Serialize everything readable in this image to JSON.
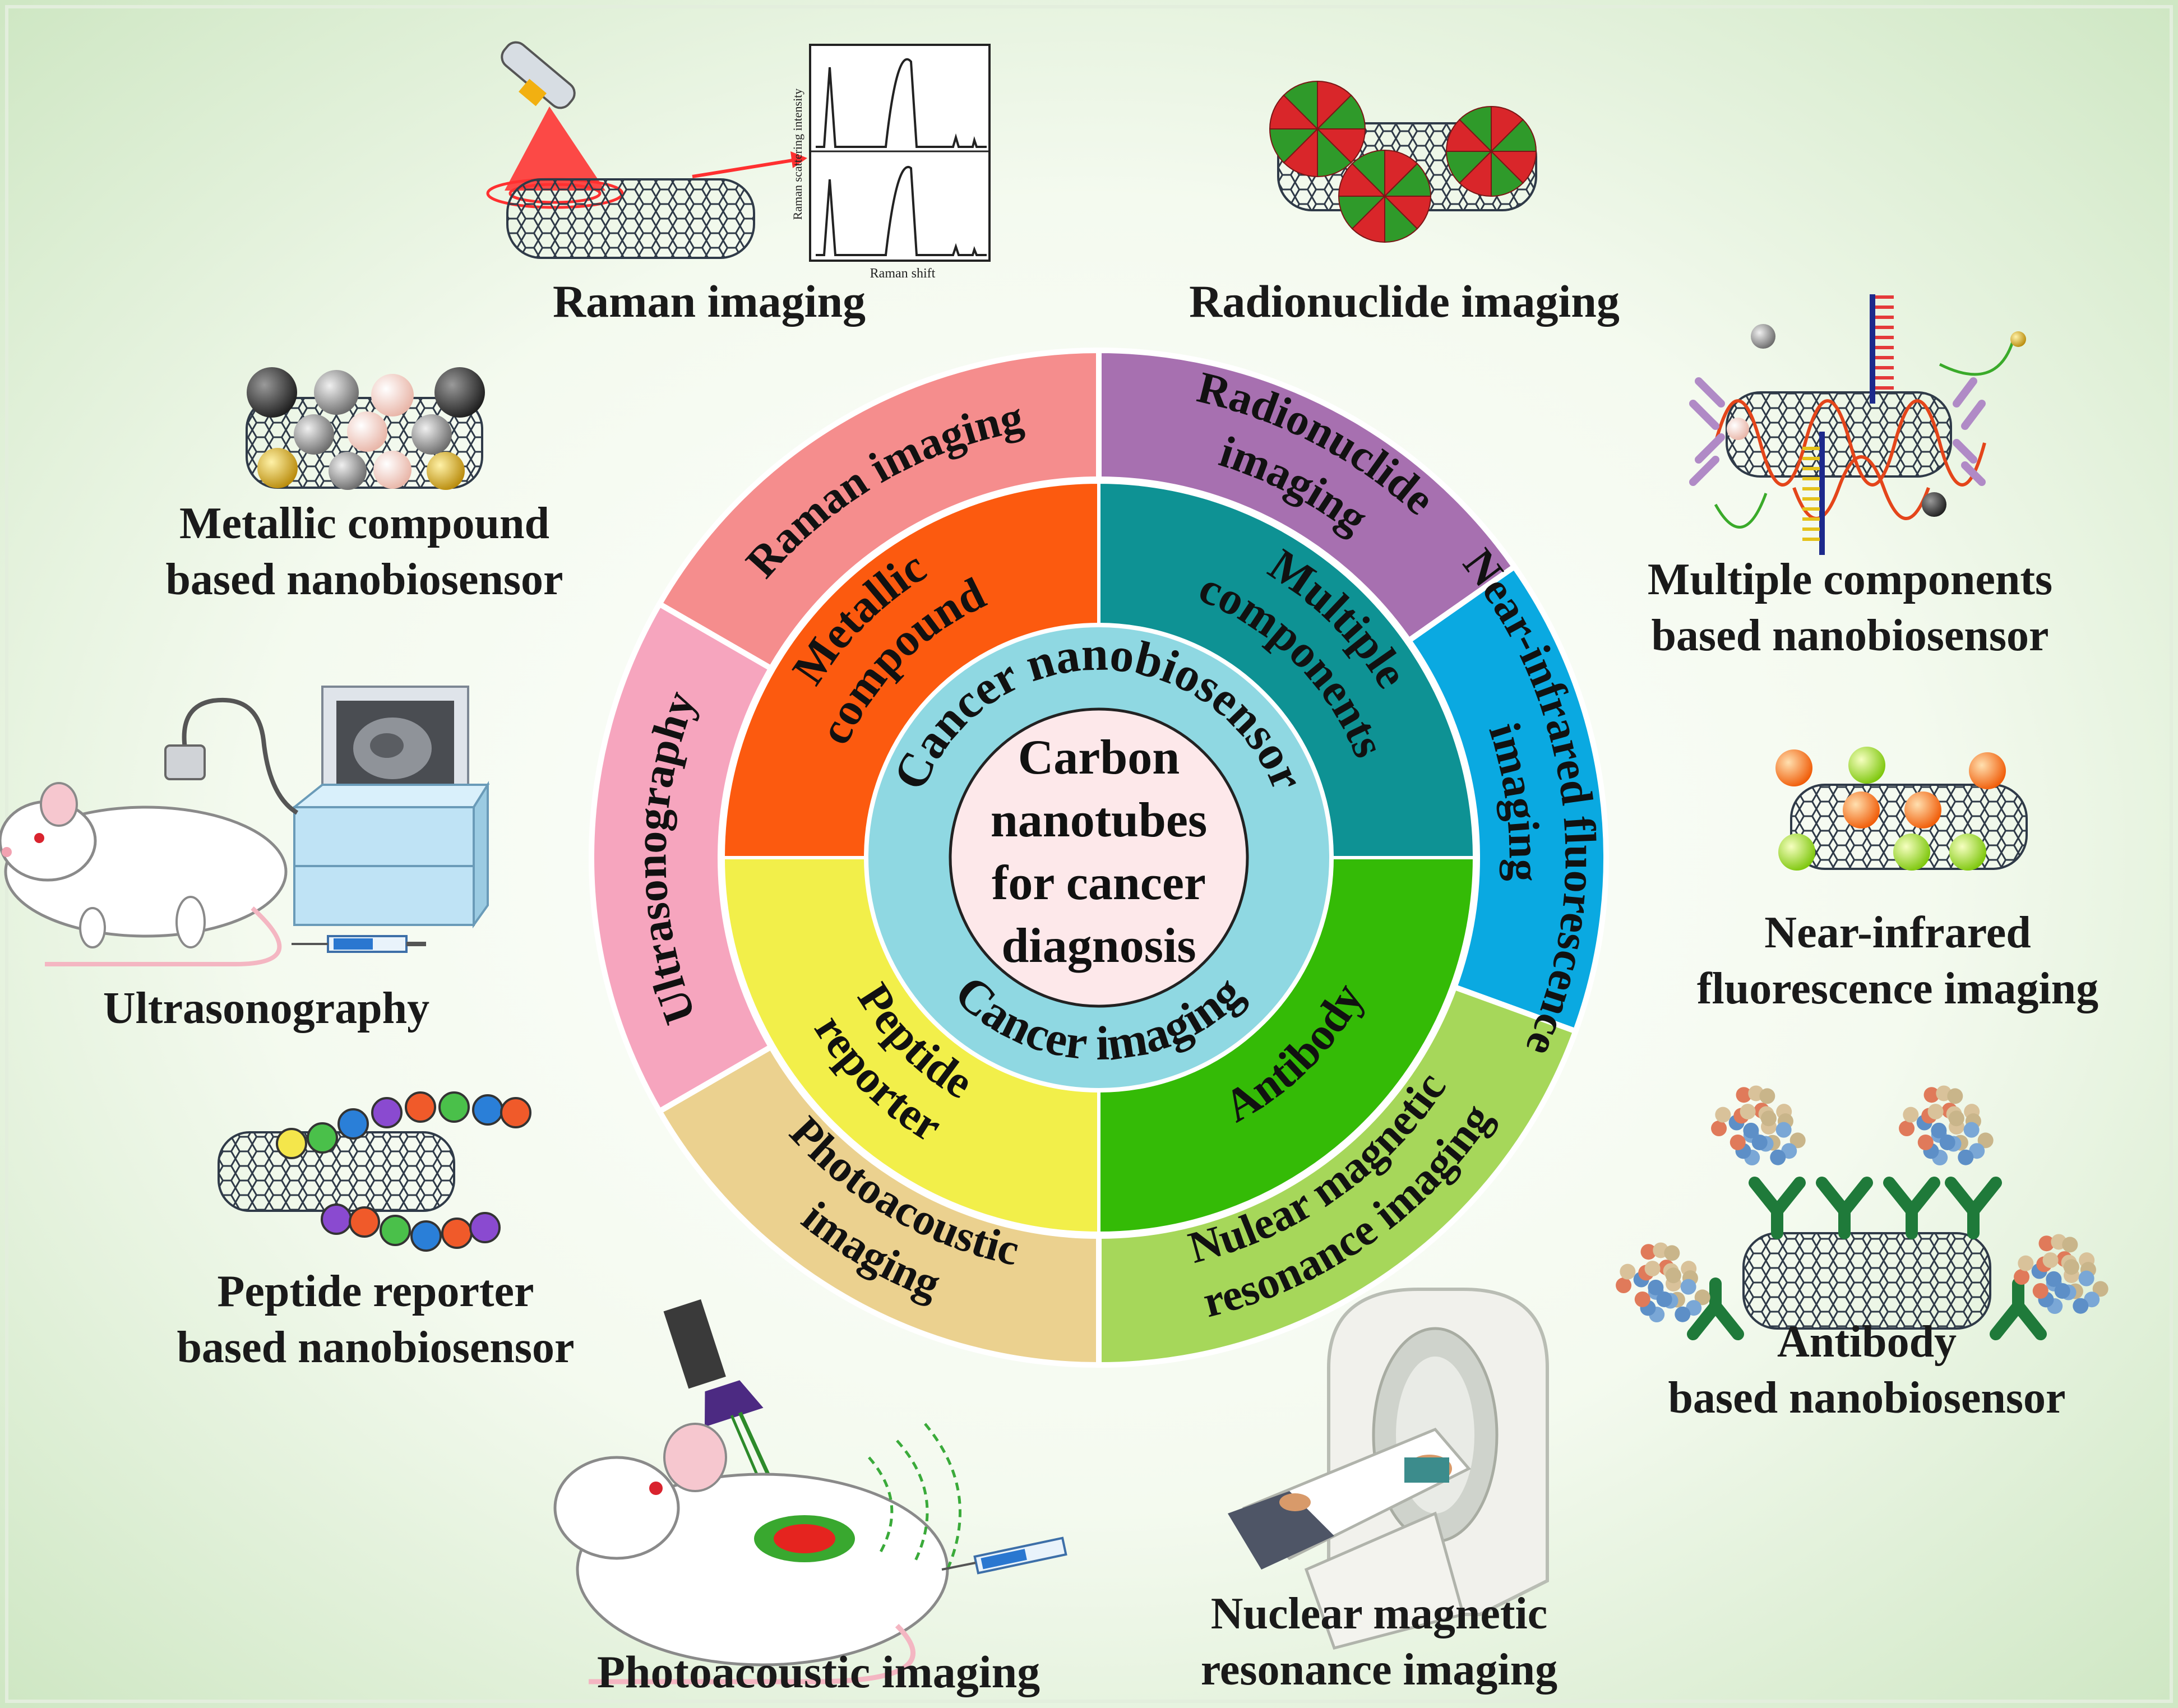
{
  "center": {
    "lines": [
      "Carbon",
      "nanotubes",
      "for cancer",
      "diagnosis"
    ]
  },
  "ring1": {
    "top": "Cancer nanobiosensor",
    "bottom": "Cancer imaging"
  },
  "ring2": [
    {
      "label": "Metallic compound",
      "color": "#fc5a0f"
    },
    {
      "label": "Multiple components",
      "color": "#0e9294"
    },
    {
      "label": "Antibody",
      "color": "#34bb06"
    },
    {
      "label": "Peptide reporter",
      "color": "#f2ef4a"
    }
  ],
  "ring3": [
    {
      "label": "Raman imaging",
      "color": "#f58d8d"
    },
    {
      "label": "Radionuclide imaging",
      "color": "#a770b0"
    },
    {
      "label": "Near-infrared fluorescence imaging",
      "color": "#0aa9e1"
    },
    {
      "label": "Nulear magnetic resonance imaging",
      "color": "#a6d75a"
    },
    {
      "label": "Photoacoustic imaging",
      "color": "#ebd18f"
    },
    {
      "label": "Ultrasonography",
      "color": "#f6a5be"
    }
  ],
  "captions": {
    "raman": "Raman imaging",
    "radionuclide": "Radionuclide imaging",
    "metallic": [
      "Metallic compound",
      "based nanobiosensor"
    ],
    "multiple": [
      "Multiple components",
      "based nanobiosensor"
    ],
    "ultrasonography": "Ultrasonography",
    "nir": [
      "Near-infrared",
      "fluorescence imaging"
    ],
    "peptide": [
      "Peptide reporter",
      "based nanobiosensor"
    ],
    "antibody": [
      "Antibody",
      "based nanobiosensor"
    ],
    "photoacoustic": "Photoacoustic imaging",
    "nmr": [
      "Nuclear magnetic",
      "resonance imaging"
    ]
  },
  "raman_plot": {
    "ylabel": "Raman scattering intensity",
    "xlabel": "Raman shift"
  },
  "colors": {
    "background_center": "#ffffff",
    "background_edge": "#cfe7c4",
    "center_fill": "#fde8ea",
    "ring1_fill": "#8fd8e2"
  }
}
